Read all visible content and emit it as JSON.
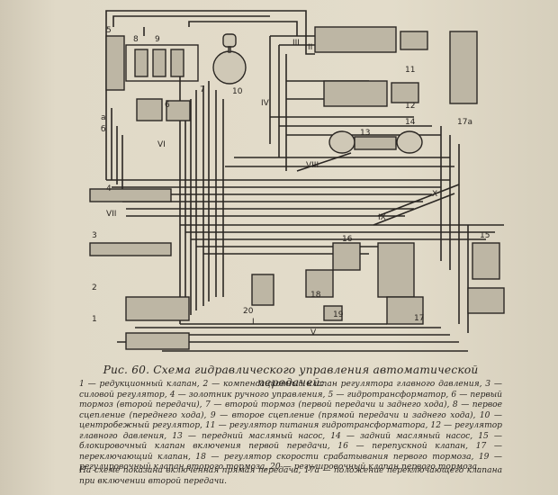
{
  "figure": {
    "caption": "Рис. 60. Схема гидравлического управления автоматической передачей:",
    "legend": "1 — редукционный клапан, 2 — компенсационный клапан регулятора главного давления, 3 — силовой регулятор, 4 — золотник ручного управления, 5 — гидротрансформатор, 6 — первый тормоз (второй передачи), 7 — второй тормоз (первой передачи и заднего хода), 8 — первое сцепление (переднего хода), 9 — второе сцепление (прямой передачи и заднего хода), 10 — центробежный регулятор, 11 — регулятор питания гидротрансформатора, 12 — регулятор главного давления, 13 — передний масляный насос, 14 — задний масляный насос, 15 — блокировочный клапан включения первой передачи, 16 — перепускной клапан, 17 — переключающий клапан, 18 — регулятор скорости срабатывания первого тормоза, 19 — регулировочный клапан второго тормоза, 20 — регулировочный клапан первого тормоза.",
    "note": "На схеме показана включенная прямая передача, 17а — положение переключающего клапана при включении второй передачи."
  },
  "labels": {
    "n1": "1",
    "n2": "2",
    "n3": "3",
    "n4": "4",
    "n5": "5",
    "n6": "6",
    "n7": "7",
    "n8": "8",
    "n9": "9",
    "n10": "10",
    "n11": "11",
    "n12": "12",
    "n13": "13",
    "n14": "14",
    "n15": "15",
    "n16": "16",
    "n17": "17",
    "n17a": "17а",
    "n18": "18",
    "n19": "19",
    "n20": "20",
    "a": "а",
    "b": "б",
    "r1": "I",
    "r2": "II",
    "r3": "III",
    "r4": "IV",
    "r5": "V",
    "r6": "VI",
    "r7": "VII",
    "r8": "VIII",
    "r9": "IX",
    "x": "X"
  }
}
